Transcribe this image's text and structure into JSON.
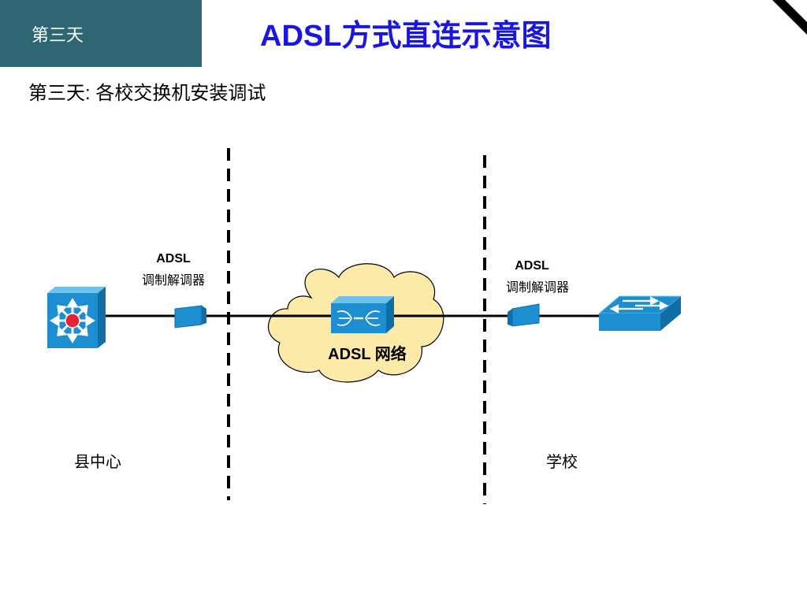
{
  "header": {
    "day_tab": "第三天",
    "title": "ADSL方式直连示意图"
  },
  "subtitle": "第三天: 各校交换机安装调试",
  "diagram": {
    "left_modem": {
      "line1": "ADSL",
      "line2": "调制解调器"
    },
    "right_modem": {
      "line1": "ADSL",
      "line2": "调制解调器"
    },
    "cloud_label": "ADSL 网络",
    "left_site": "县中心",
    "right_site": "学校",
    "colors": {
      "device_blue": "#1d8fd1",
      "cloud_fill": "#fde9a8",
      "tab_bg": "#2e6673",
      "title_blue": "#1a16e0"
    }
  }
}
